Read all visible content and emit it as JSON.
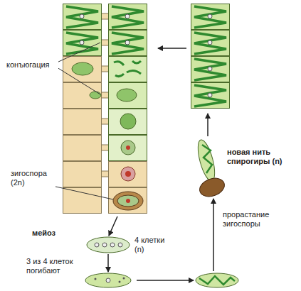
{
  "diagram": {
    "labels": [
      "конъюгация",
      "зигоспора (2n)",
      "мейоз",
      "4 клетки (n)",
      "3 из 4 клеток погибают",
      "прорастание зигоспоры",
      "новая нить спирогиры (n)"
    ]
  }
}
